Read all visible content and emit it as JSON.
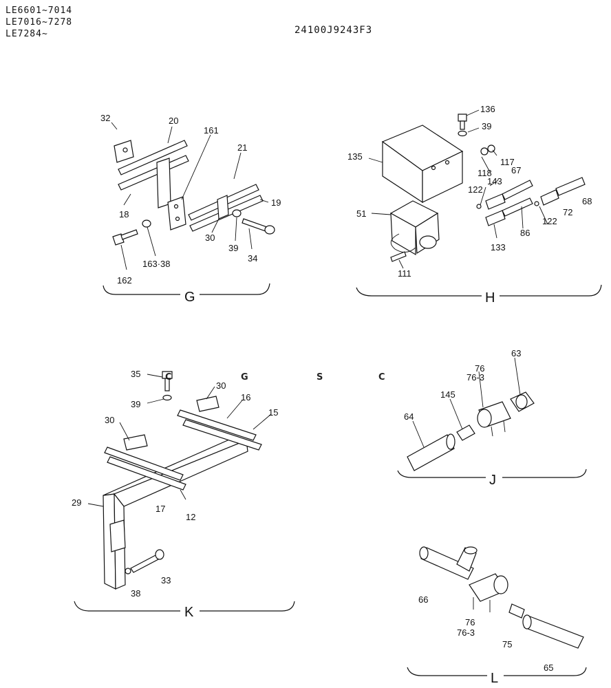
{
  "header": {
    "serial_ranges": [
      "LE6601~7014",
      "LE7016~7278",
      "LE7284~"
    ],
    "document_id": "24100J9243F3"
  },
  "watermark": {
    "letters": [
      "C",
      "G",
      "S",
      "C"
    ],
    "colors": [
      "#8fb6f5",
      "#f49f95",
      "#f8dd87",
      "#86c8a6"
    ]
  },
  "sections": {
    "G": {
      "label": "G",
      "callouts": {
        "c32": "32",
        "c20": "20",
        "c161": "161",
        "c21": "21",
        "c19": "19",
        "c18": "18",
        "c30": "30",
        "c39": "39",
        "c34": "34",
        "c162": "162",
        "c163": "163·38"
      }
    },
    "H": {
      "label": "H",
      "callouts": {
        "c136": "136",
        "c39": "39",
        "c135": "135",
        "c117": "117",
        "c118": "118",
        "c67": "67",
        "c143": "143",
        "c122a": "122",
        "c68": "68",
        "c72": "72",
        "c51": "51",
        "c122b": "122",
        "c86": "86",
        "c133": "133",
        "c111": "111"
      }
    },
    "J": {
      "label": "J",
      "callouts": {
        "c76": "76",
        "c763": "76-3",
        "c63": "63",
        "c145": "145",
        "c64": "64"
      }
    },
    "K": {
      "label": "K",
      "callouts": {
        "c35": "35",
        "c30a": "30",
        "c39": "39",
        "c16": "16",
        "c15": "15",
        "c30b": "30",
        "c29": "29",
        "c17": "17",
        "c12": "12",
        "c33": "33",
        "c38": "38"
      }
    },
    "L": {
      "label": "L",
      "callouts": {
        "c66": "66",
        "c76": "76",
        "c763": "76-3",
        "c75": "75",
        "c65": "65"
      }
    }
  }
}
